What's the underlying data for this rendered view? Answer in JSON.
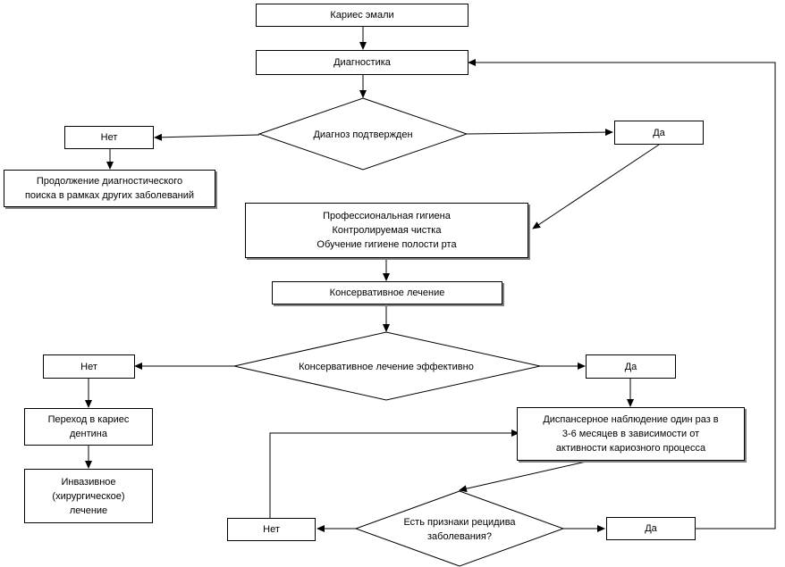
{
  "nodes": {
    "caries_enamel": "Кариес эмали",
    "diagnostics": "Диагностика",
    "diagnosis_confirmed": "Диагноз подтвержден",
    "no_1": "Нет",
    "yes_1": "Да",
    "continue_search": [
      "Продолжение диагностического",
      "поиска в рамках других заболеваний"
    ],
    "hygiene": [
      "Профессиональная гигиена",
      "Контролируемая чистка",
      "Обучение гигиене полости рта"
    ],
    "conservative": "Консервативное лечение",
    "conservative_effective": "Консервативное лечение эффективно",
    "no_2": "Нет",
    "yes_2": "Да",
    "dentin_transition": [
      "Переход в кариес",
      "дентина"
    ],
    "invasive": [
      "Инвазивное",
      "(хирургическое)",
      "лечение"
    ],
    "dispensary": [
      "Диспансерное наблюдение один раз в",
      "3-6 месяцев в зависимости от",
      "активности кариозного процесса"
    ],
    "recurrence": [
      "Есть признаки рецидива",
      "заболевания?"
    ],
    "no_3": "Нет",
    "yes_3": "Да"
  },
  "style": {
    "line_color": "#000000",
    "shadow_color": "#7f7f7f"
  }
}
